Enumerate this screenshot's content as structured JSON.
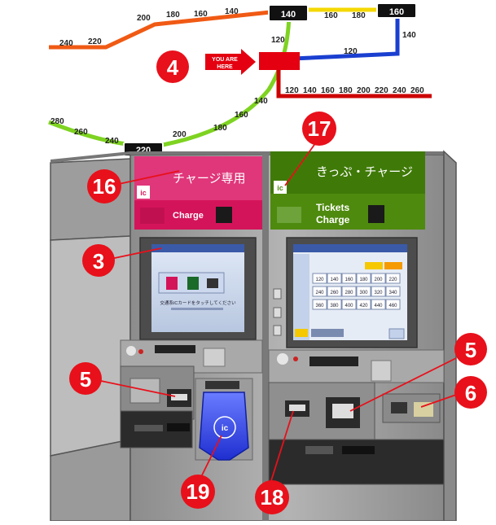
{
  "route_map": {
    "orange_fares": [
      "240",
      "220",
      "200",
      "180",
      "160",
      "140"
    ],
    "box_top_left": "140",
    "yellow_fares": [
      "160",
      "180"
    ],
    "box_top_right": "160",
    "blue_fares": [
      "140",
      "120"
    ],
    "green_upper": "120",
    "here_label_line1": "YOU ARE",
    "here_label_line2": "HERE",
    "red_fares": [
      "120",
      "140",
      "160",
      "180",
      "200",
      "220",
      "240",
      "260"
    ],
    "green_fares_right": [
      "140",
      "160",
      "180"
    ],
    "green_fares_left": [
      "280",
      "260",
      "240",
      "200"
    ],
    "box_bottom": "220"
  },
  "machine_left": {
    "header_jp": "チャージ専用",
    "header_en": "Charge",
    "ic_mark": "ic",
    "reader_mark": "ic",
    "screen_instruction": "交通系ICカードをタッチしてください"
  },
  "machine_right": {
    "header_jp": "きっぷ・チャージ",
    "header_en_line1": "Tickets",
    "header_en_line2": "Charge",
    "ic_mark": "ic",
    "fare_buttons": [
      "120",
      "140",
      "160",
      "180",
      "200",
      "220",
      "240",
      "260",
      "280",
      "300",
      "320",
      "340",
      "360",
      "380",
      "400",
      "420",
      "440",
      "460"
    ]
  },
  "callouts": {
    "c3": "3",
    "c4": "4",
    "c5a": "5",
    "c5b": "5",
    "c6": "6",
    "c16": "16",
    "c17": "17",
    "c18": "18",
    "c19": "19"
  },
  "colors": {
    "orange_line": "#f05a14",
    "yellow_line": "#f5d800",
    "blue_line": "#1a3fd0",
    "red_line": "#cc0000",
    "green_line": "#7ed321",
    "callout": "#e8101a",
    "left_panel": "#d4145a",
    "right_panel": "#4e8a0e",
    "kiosk_body": "#9a9a9a"
  }
}
